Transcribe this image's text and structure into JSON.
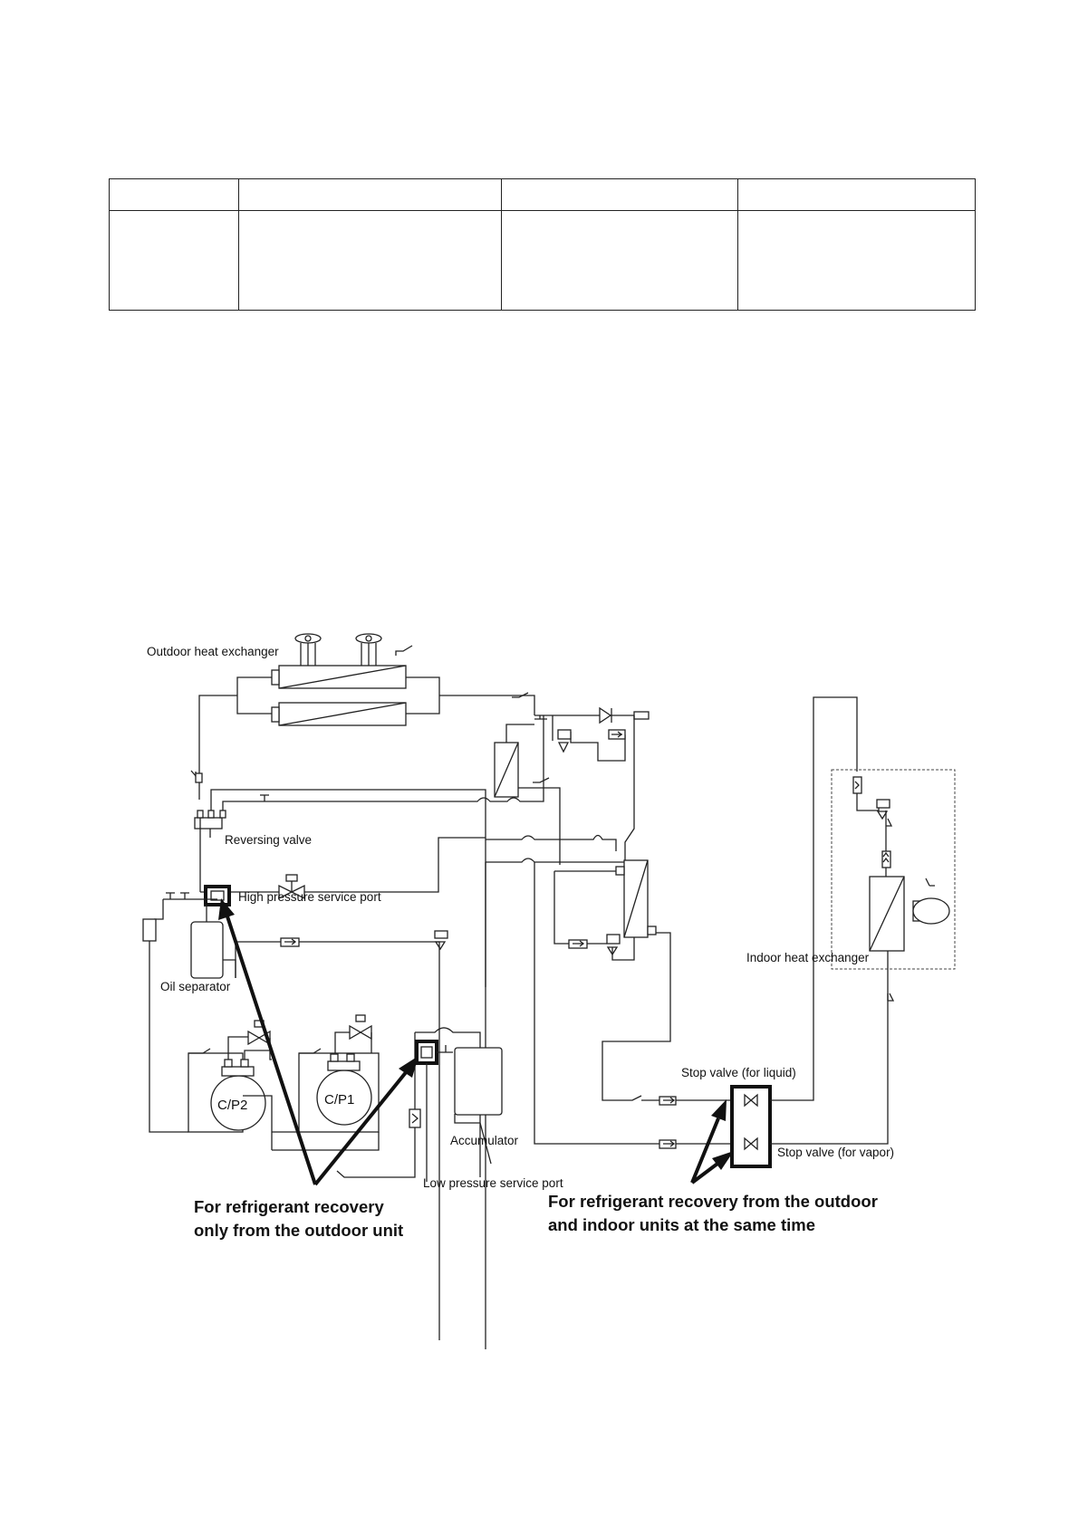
{
  "labels": {
    "outdoor_hx": "Outdoor heat exchanger",
    "reversing_valve": "Reversing valve",
    "hp_port": "High pressure service port",
    "oil_separator": "Oil separator",
    "comp2": "C/P2",
    "comp1": "C/P1",
    "accumulator": "Accumulator",
    "lp_port": "Low pressure service port",
    "stop_liquid": "Stop valve (for liquid)",
    "stop_vapor": "Stop valve (for vapor)",
    "indoor_hx": "Indoor heat exchanger"
  },
  "notes": {
    "outdoor_line1": "For refrigerant recovery",
    "outdoor_line2": "only from the outdoor unit",
    "both_line1": "For refrigerant recovery from the outdoor",
    "both_line2": "and indoor units at the same time"
  }
}
